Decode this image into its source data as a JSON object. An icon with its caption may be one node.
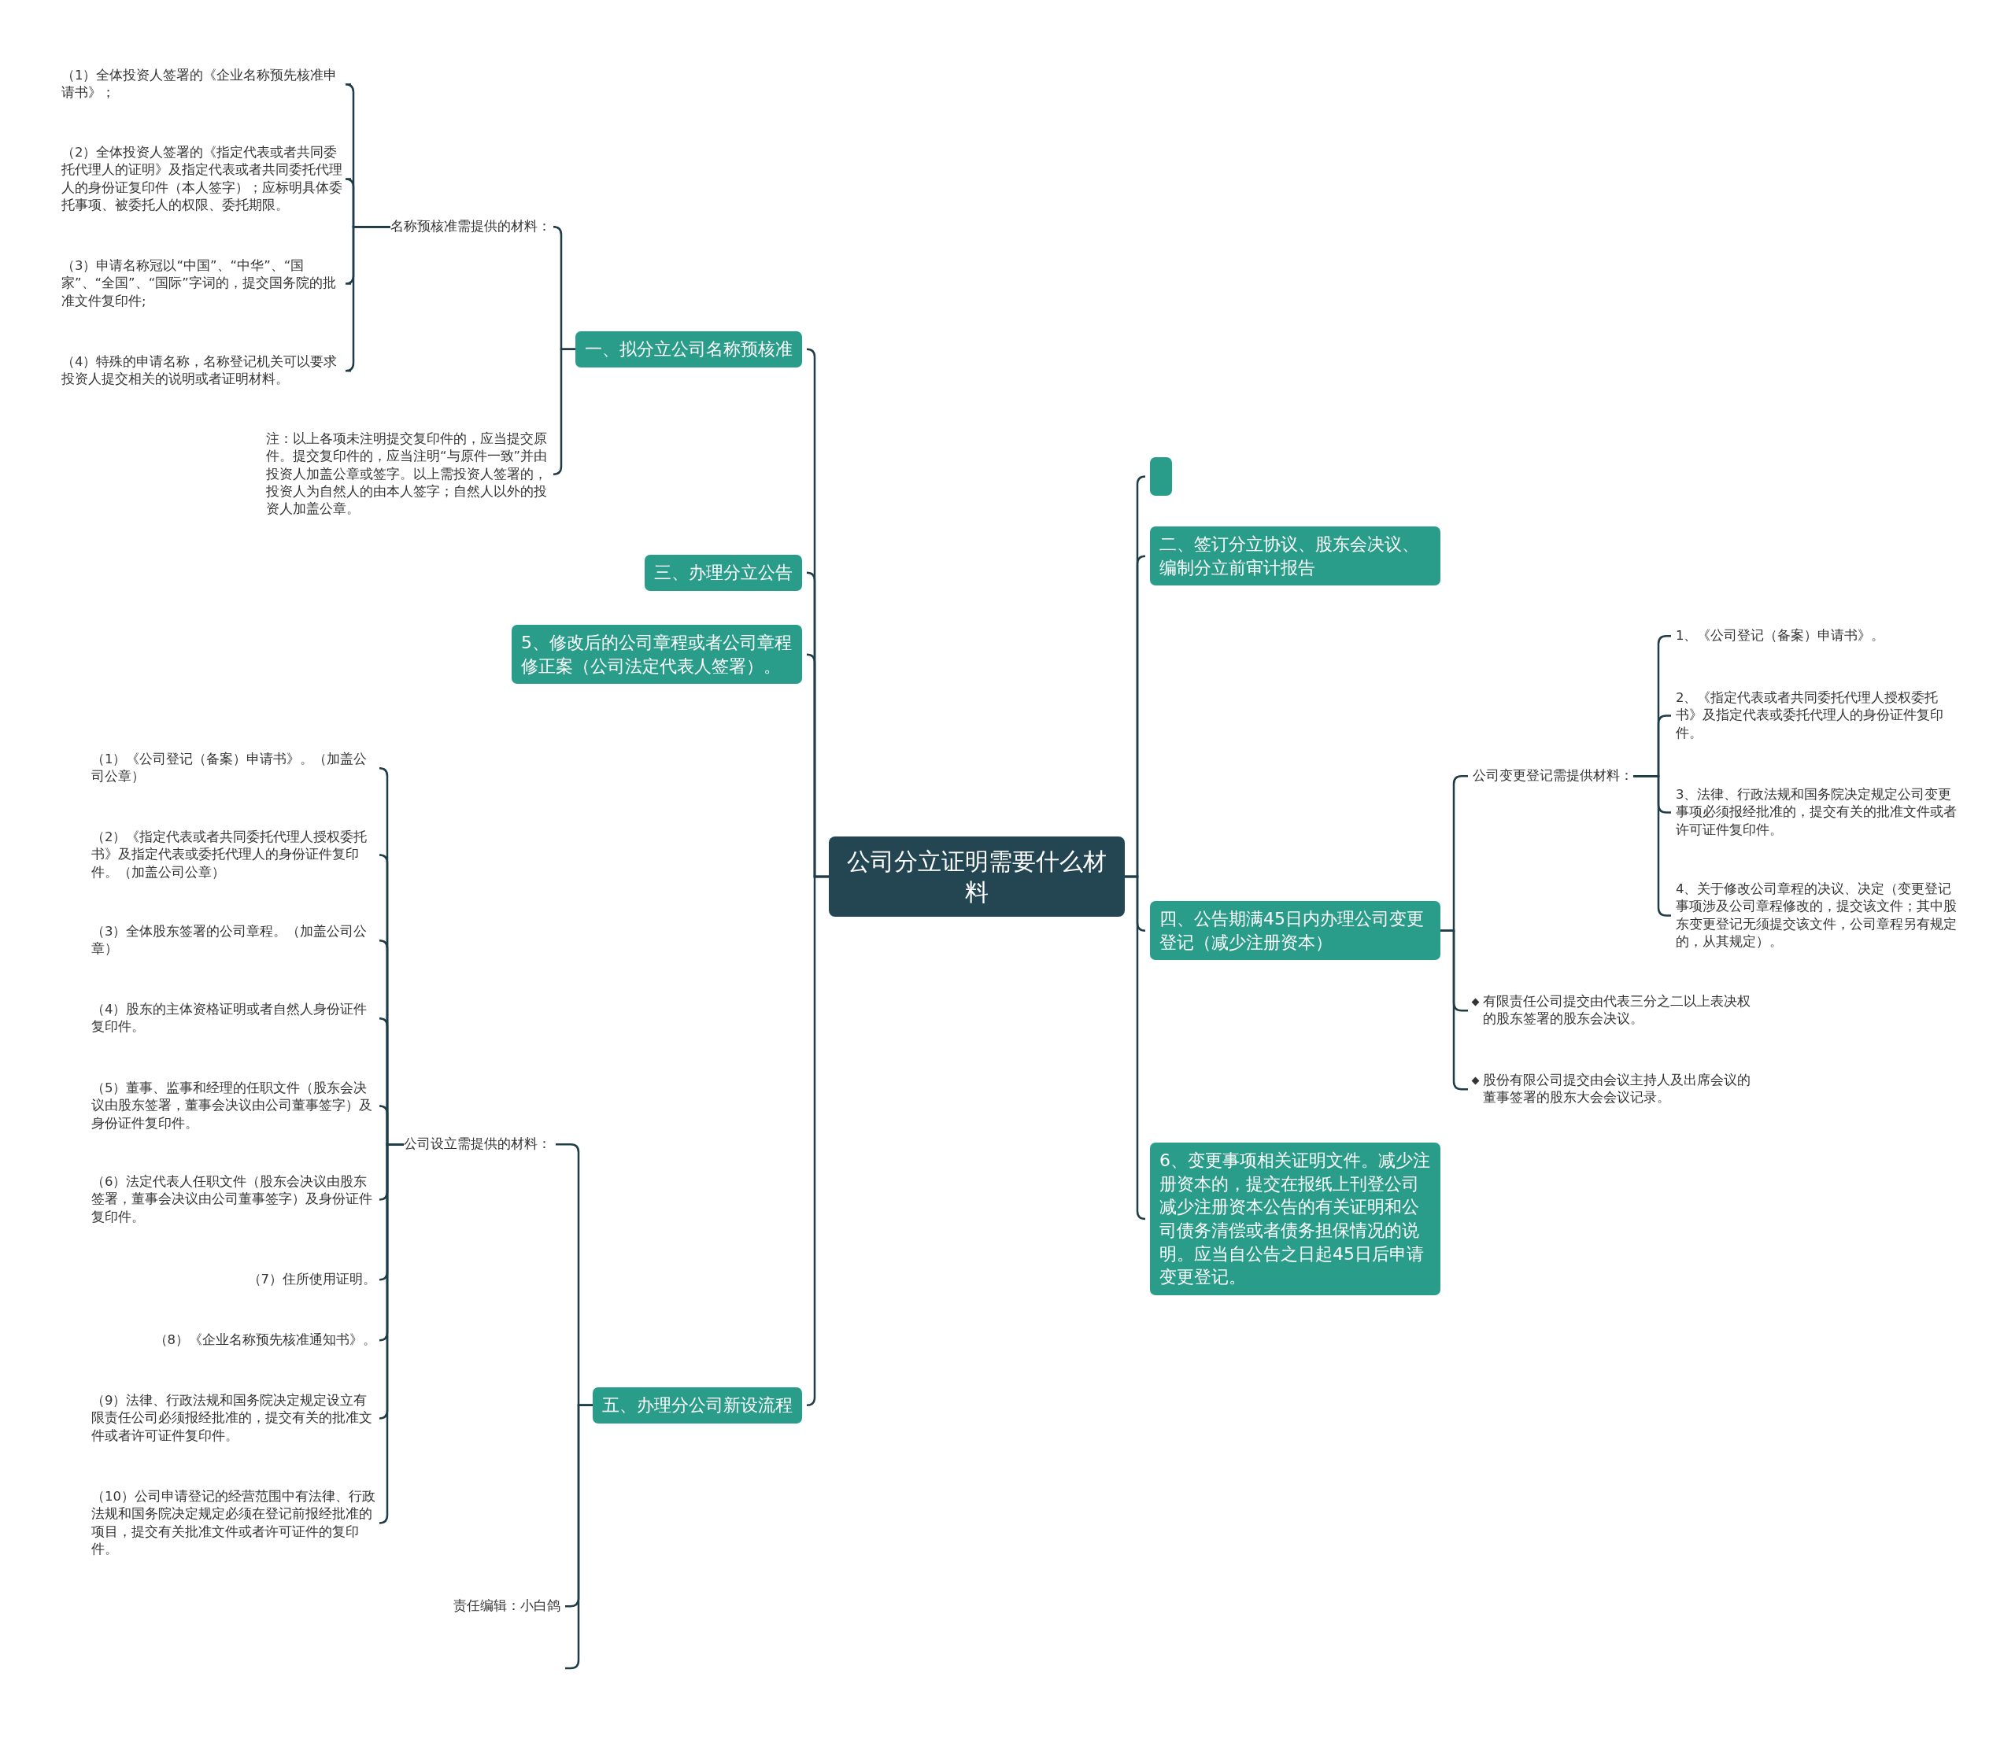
{
  "diagram": {
    "nodes": [
      {
        "text": [
          "公司分立证明需要什么材料"
        ]
      },
      {
        "text": [
          "一、拟分立公司名称预核准"
        ]
      },
      {
        "text": [
          "名称预核准需提供的材料："
        ]
      },
      {
        "text": [
          "（1）全体投资人签署的《企业名称预先核准申请书》；"
        ]
      },
      {
        "text": [
          "（2）全体投资人签署的《指定代表或者共同委托代理人的证明》及指定代表或者共同委托代理人的身份证复印件（本人签字）；应标明具体委托事项、被委托人的权限、委托期限。"
        ]
      },
      {
        "text": [
          "（3）申请名称冠以“中国”、“中华”、“国家”、“全国”、“国际”字词的，提交国务院的批准文件复印件;"
        ]
      },
      {
        "text": [
          "（4）特殊的申请名称，名称登记机关可以要求投资人提交相关的说明或者证明材料。"
        ]
      },
      {
        "text": [
          "注：以上各项未注明提交复印件的，应当提交原件。提交复印件的，应当注明“与原件一致”并由投资人加盖公章或签字。以上需投资人签署的，投资人为自然人的由本人签字；自然人以外的投资人加盖公章。"
        ]
      },
      {
        "text": [
          "三、办理分立公告"
        ]
      },
      {
        "text": [
          "5、修改后的公司章程或者公司章程修正案（公司法定代表人签署）。"
        ]
      },
      {
        "text": [
          "五、办理分公司新设流程"
        ]
      },
      {
        "text": [
          "公司设立需提供的材料："
        ]
      },
      {
        "text": [
          "（1）《公司登记（备案）申请书》。（加盖公司公章）"
        ]
      },
      {
        "text": [
          "（2）《指定代表或者共同委托代理人授权委托书》及指定代表或委托代理人的身份证件复印件。（加盖公司公章）"
        ]
      },
      {
        "text": [
          "（3）全体股东签署的公司章程。（加盖公司公章）"
        ]
      },
      {
        "text": [
          "（4）股东的主体资格证明或者自然人身份证件复印件。"
        ]
      },
      {
        "text": [
          "（5）董事、监事和经理的任职文件（股东会决议由股东签署，董事会决议由公司董事签字）及身份证件复印件。"
        ]
      },
      {
        "text": [
          "（6）法定代表人任职文件（股东会决议由股东签署，董事会决议由公司董事签字）及身份证件复印件。"
        ]
      },
      {
        "text": [
          "（7）住所使用证明。"
        ]
      },
      {
        "text": [
          "（8）《企业名称预先核准通知书》。"
        ]
      },
      {
        "text": [
          "（9）法律、行政法规和国务院决定规定设立有限责任公司必须报经批准的，提交有关的批准文件或者许可证件复印件。"
        ]
      },
      {
        "text": [
          "（10）公司申请登记的经营范围中有法律、行政法规和国务院决定规定必须在登记前报经批准的项目，提交有关批准文件或者许可证件的复印件。"
        ]
      },
      {
        "text": [
          "责任编辑：小白鸽"
        ]
      },
      {
        "text": [],
        "shape": "box"
      },
      {
        "text": [
          "二、签订分立协议、股东会决议、编制分立前审计报告"
        ]
      },
      {
        "text": [
          "四、公告期满45日内办理公司变更登记（减少注册资本）"
        ]
      },
      {
        "text": [
          "公司变更登记需提供材料："
        ]
      },
      {
        "text": [
          "1、《公司登记（备案）申请书》。"
        ]
      },
      {
        "text": [
          "2、《指定代表或者共同委托代理人授权委托书》及指定代表或委托代理人的身份证件复印件。"
        ]
      },
      {
        "text": [
          "3、法律、行政法规和国务院决定规定公司变更事项必须报经批准的，提交有关的批准文件或者许可证件复印件。"
        ]
      },
      {
        "text": [
          "4、关于修改公司章程的决议、决定（变更登记事项涉及公司章程修改的，提交该文件；其中股东变更登记无须提交该文件，公司章程另有规定的，从其规定）。"
        ]
      },
      {
        "text": [
          "有限责任公司提交由代表三分之二以上表决权的股东签署的股东会决议。"
        ]
      },
      {
        "text": [
          "股份有限公司提交由会议主持人及出席会议的董事签署的股东大会会议记录。"
        ]
      },
      {
        "text": [
          "6、变更事项相关证明文件。减少注册资本的，提交在报纸上刊登公司减少注册资本公告的有关证明和公司债务清偿或者债务担保情况的说明。应当自公告之日起45日后申请变更登记。"
        ]
      }
    ],
    "edges": [
      {
        "from": 0,
        "to": 1,
        "arrow": "none"
      },
      {
        "from": 0,
        "to": 8,
        "arrow": "none"
      },
      {
        "from": 0,
        "to": 9,
        "arrow": "none"
      },
      {
        "from": 0,
        "to": 10,
        "arrow": "none"
      },
      {
        "from": 1,
        "to": 2,
        "arrow": "none"
      },
      {
        "from": 1,
        "to": 7,
        "arrow": "none"
      },
      {
        "from": 2,
        "to": 3,
        "arrow": "none"
      },
      {
        "from": 2,
        "to": 4,
        "arrow": "none"
      },
      {
        "from": 2,
        "to": 5,
        "arrow": "none"
      },
      {
        "from": 2,
        "to": 6,
        "arrow": "none"
      },
      {
        "from": 10,
        "to": 11,
        "arrow": "none"
      },
      {
        "from": 10,
        "to": 22,
        "arrow": "none"
      },
      {
        "from": 10,
        "to": null,
        "arrow": "none"
      },
      {
        "from": 11,
        "to": 12,
        "arrow": "none"
      },
      {
        "from": 11,
        "to": 13,
        "arrow": "none"
      },
      {
        "from": 11,
        "to": 14,
        "arrow": "none"
      },
      {
        "from": 11,
        "to": 15,
        "arrow": "none"
      },
      {
        "from": 11,
        "to": 16,
        "arrow": "none"
      },
      {
        "from": 11,
        "to": 17,
        "arrow": "none"
      },
      {
        "from": 11,
        "to": 18,
        "arrow": "none"
      },
      {
        "from": 11,
        "to": 19,
        "arrow": "none"
      },
      {
        "from": 11,
        "to": 20,
        "arrow": "none"
      },
      {
        "from": 11,
        "to": 21,
        "arrow": "none"
      },
      {
        "from": 0,
        "to": 23,
        "arrow": "none"
      },
      {
        "from": 0,
        "to": 24,
        "arrow": "none"
      },
      {
        "from": 0,
        "to": 25,
        "arrow": "none"
      },
      {
        "from": 0,
        "to": 33,
        "arrow": "none"
      },
      {
        "from": 25,
        "to": 26,
        "arrow": "none"
      },
      {
        "from": 25,
        "to": 31,
        "arrow": "none"
      },
      {
        "from": 25,
        "to": 32,
        "arrow": "none"
      },
      {
        "from": 26,
        "to": 27,
        "arrow": "none"
      },
      {
        "from": 26,
        "to": 28,
        "arrow": "none"
      },
      {
        "from": 26,
        "to": 29,
        "arrow": "none"
      },
      {
        "from": 26,
        "to": 30,
        "arrow": "none"
      }
    ]
  }
}
